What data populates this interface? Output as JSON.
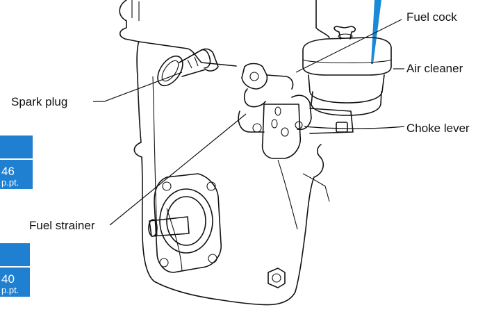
{
  "labels": {
    "fuel_cock": "Fuel cock",
    "air_cleaner": "Air cleaner",
    "spark_plug": "Spark plug",
    "choke_lever": "Choke lever",
    "fuel_strainer": "Fuel strainer"
  },
  "tabs": [
    {
      "number": "46",
      "text": "p.pt."
    },
    {
      "number": "40",
      "text": "p.pt."
    }
  ],
  "colors": {
    "tab_blue": "#1f7fd0",
    "pointer_blue": "#1b8ad6",
    "line": "#111111"
  }
}
